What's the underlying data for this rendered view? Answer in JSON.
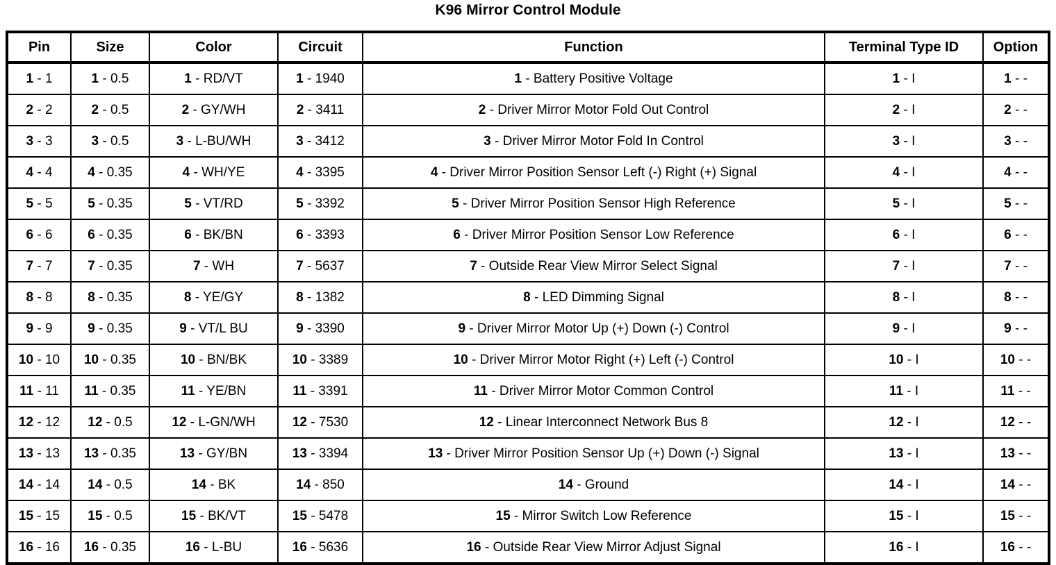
{
  "page": {
    "title": "K96 Mirror Control Module"
  },
  "table": {
    "columns": [
      {
        "key": "pin",
        "label": "Pin"
      },
      {
        "key": "size",
        "label": "Size"
      },
      {
        "key": "color",
        "label": "Color"
      },
      {
        "key": "circuit",
        "label": "Circuit"
      },
      {
        "key": "function",
        "label": "Function"
      },
      {
        "key": "terminal",
        "label": "Terminal Type ID"
      },
      {
        "key": "option",
        "label": "Option"
      }
    ],
    "separator": "-",
    "rows": [
      {
        "index": "1",
        "pin": "1",
        "size": "0.5",
        "color": "RD/VT",
        "circuit": "1940",
        "function": "Battery Positive Voltage",
        "terminal": "I",
        "option": "-"
      },
      {
        "index": "2",
        "pin": "2",
        "size": "0.5",
        "color": "GY/WH",
        "circuit": "3411",
        "function": "Driver Mirror Motor Fold Out Control",
        "terminal": "I",
        "option": "-"
      },
      {
        "index": "3",
        "pin": "3",
        "size": "0.5",
        "color": "L-BU/WH",
        "circuit": "3412",
        "function": "Driver Mirror Motor Fold In Control",
        "terminal": "I",
        "option": "-"
      },
      {
        "index": "4",
        "pin": "4",
        "size": "0.35",
        "color": "WH/YE",
        "circuit": "3395",
        "function": "Driver Mirror Position Sensor Left (-) Right (+) Signal",
        "terminal": "I",
        "option": "-"
      },
      {
        "index": "5",
        "pin": "5",
        "size": "0.35",
        "color": "VT/RD",
        "circuit": "3392",
        "function": "Driver Mirror Position Sensor High Reference",
        "terminal": "I",
        "option": "-"
      },
      {
        "index": "6",
        "pin": "6",
        "size": "0.35",
        "color": "BK/BN",
        "circuit": "3393",
        "function": "Driver Mirror Position Sensor Low Reference",
        "terminal": "I",
        "option": "-"
      },
      {
        "index": "7",
        "pin": "7",
        "size": "0.35",
        "color": "WH",
        "circuit": "5637",
        "function": "Outside Rear View Mirror Select Signal",
        "terminal": "I",
        "option": "-"
      },
      {
        "index": "8",
        "pin": "8",
        "size": "0.35",
        "color": "YE/GY",
        "circuit": "1382",
        "function": "LED Dimming Signal",
        "terminal": "I",
        "option": "-"
      },
      {
        "index": "9",
        "pin": "9",
        "size": "0.35",
        "color": "VT/L BU",
        "circuit": "3390",
        "function": "Driver Mirror Motor Up (+) Down (-) Control",
        "terminal": "I",
        "option": "-"
      },
      {
        "index": "10",
        "pin": "10",
        "size": "0.35",
        "color": "BN/BK",
        "circuit": "3389",
        "function": "Driver Mirror Motor Right (+) Left (-) Control",
        "terminal": "I",
        "option": "-"
      },
      {
        "index": "11",
        "pin": "11",
        "size": "0.35",
        "color": "YE/BN",
        "circuit": "3391",
        "function": "Driver Mirror Motor Common Control",
        "terminal": "I",
        "option": "-"
      },
      {
        "index": "12",
        "pin": "12",
        "size": "0.5",
        "color": "L-GN/WH",
        "circuit": "7530",
        "function": "Linear Interconnect Network Bus 8",
        "terminal": "I",
        "option": "-"
      },
      {
        "index": "13",
        "pin": "13",
        "size": "0.35",
        "color": "GY/BN",
        "circuit": "3394",
        "function": "Driver Mirror Position Sensor Up (+) Down (-) Signal",
        "terminal": "I",
        "option": "-"
      },
      {
        "index": "14",
        "pin": "14",
        "size": "0.5",
        "color": "BK",
        "circuit": "850",
        "function": "Ground",
        "terminal": "I",
        "option": "-"
      },
      {
        "index": "15",
        "pin": "15",
        "size": "0.5",
        "color": "BK/VT",
        "circuit": "5478",
        "function": "Mirror Switch Low Reference",
        "terminal": "I",
        "option": "-"
      },
      {
        "index": "16",
        "pin": "16",
        "size": "0.35",
        "color": "L-BU",
        "circuit": "5636",
        "function": "Outside Rear View Mirror Adjust Signal",
        "terminal": "I",
        "option": "-"
      }
    ]
  }
}
